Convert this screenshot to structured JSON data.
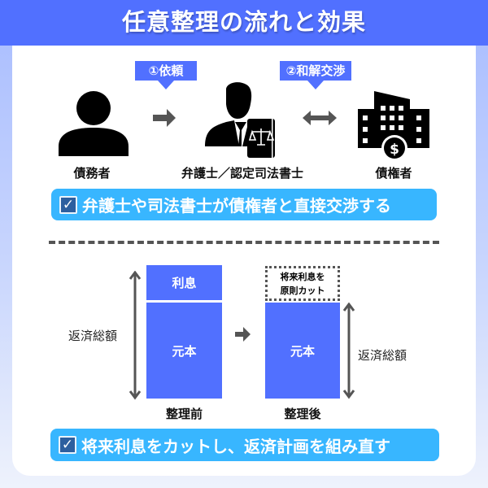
{
  "title": "任意整理の流れと効果",
  "flow": {
    "step1": "①依頼",
    "step2": "②和解交渉",
    "debtor": "債務者",
    "lawyer": "弁護士／認定司法書士",
    "creditor": "債権者"
  },
  "banner1": "弁護士や司法書士が債権者と直接交渉する",
  "compare": {
    "interest": "利息",
    "principal": "元本",
    "cut_line1": "将来利息を",
    "cut_line2": "原則カット",
    "total": "返済総額",
    "before": "整理前",
    "after": "整理後"
  },
  "banner2": "将来利息をカットし、返済計画を組み直す",
  "checkmark": "✓",
  "colors": {
    "primary": "#5170ff",
    "banner": "#38b6ff",
    "check": "#2d5f9f"
  }
}
